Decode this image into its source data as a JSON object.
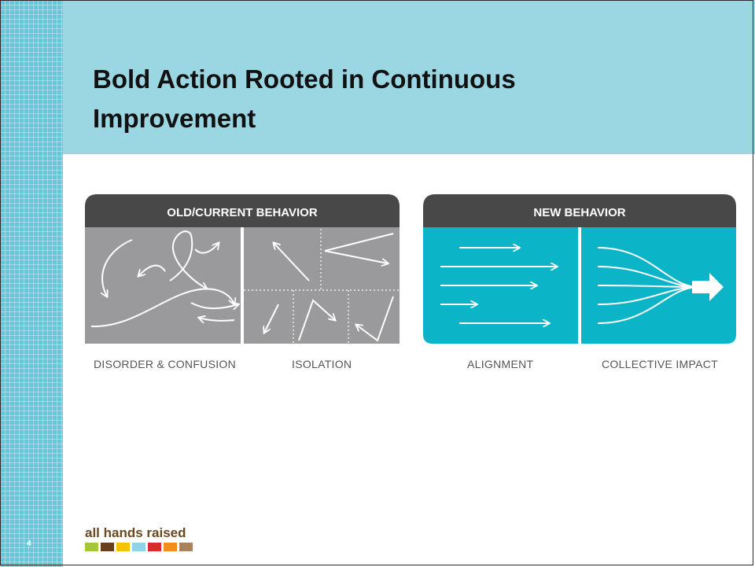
{
  "slide": {
    "title": "Bold Action Rooted in Continuous Improvement",
    "number": "4"
  },
  "old_panel": {
    "header": "OLD/CURRENT BEHAVIOR",
    "captions": [
      "DISORDER & CONFUSION",
      "ISOLATION"
    ]
  },
  "new_panel": {
    "header": "NEW BEHAVIOR",
    "captions": [
      "ALIGNMENT",
      "COLLECTIVE IMPACT"
    ]
  },
  "logo": {
    "text": "all hands raised",
    "bar_colors": [
      "#a4c639",
      "#6b3f1d",
      "#f2c500",
      "#8fd3e8",
      "#d92b2b",
      "#f28c1c",
      "#a9815a"
    ]
  },
  "colors": {
    "accent": "#0cb4c8",
    "header": "#484848",
    "panel_gray": "#9a9a9c",
    "title_band": "#9bd6e3"
  }
}
